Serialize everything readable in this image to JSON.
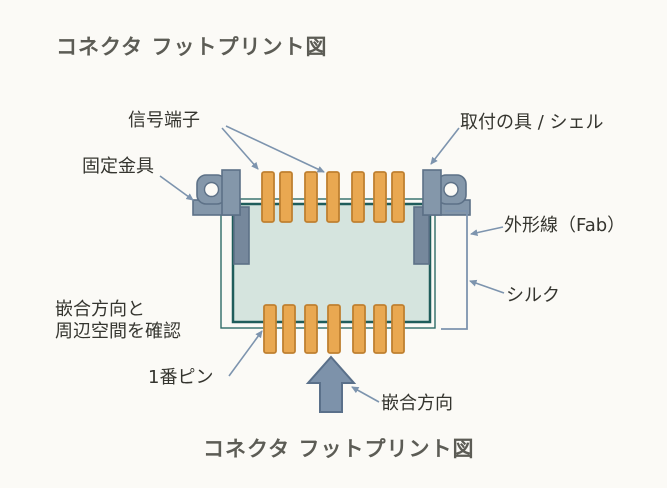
{
  "titles": {
    "top": "コネクタ フットプリント図",
    "bottom": "コネクタ フットプリント図"
  },
  "labels": {
    "signal_terminals": "信号端子",
    "fixing_bracket": "固定金具",
    "mounting_shell": "取付の具 / シェル",
    "outline_fab": "外形線（Fab）",
    "silk": "シルク",
    "note_line1": "嵌合方向と",
    "note_line2": "周辺空間を確認",
    "pin_one": "1番ピン",
    "mating_direction": "嵌合方向"
  },
  "diagram": {
    "top_pin_count": 7,
    "bottom_pin_count": 7
  },
  "colors": {
    "bg": "#fbfaf6",
    "title": "#5c5c55",
    "label": "#35352f",
    "pin_fill": "#e9a851",
    "pin_stroke": "#bf8030",
    "body_fill": "#d5e4de",
    "body_stroke": "#1f5d5b",
    "silk_stroke": "#2e6b67",
    "metal_fill": "#8497aa",
    "metal_dark": "#76889c",
    "metal_stroke": "#5d7187",
    "arrow": "#7d94ae",
    "big_arrow_fill": "#7d92aa",
    "big_arrow_stroke": "#5a708a"
  }
}
